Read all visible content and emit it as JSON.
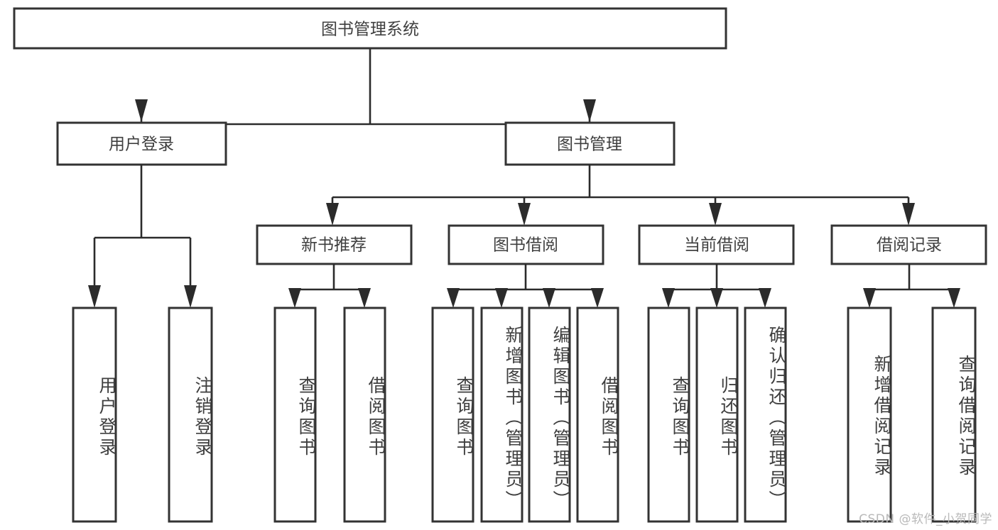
{
  "diagram": {
    "title": "图书管理系统",
    "type": "hierarchy-tree",
    "orientation": "top-down",
    "colors": {
      "box_border": "#333333",
      "box_fill": "#ffffff",
      "connector": "#2b2b2b",
      "text": "#3f3f3f",
      "background": "#ffffff",
      "watermark": "#b9b9b9"
    },
    "levels": {
      "root": {
        "label": "图书管理系统",
        "orientation": "horizontal"
      },
      "level2": [
        {
          "id": "user-login",
          "label": "用户登录",
          "orientation": "horizontal"
        },
        {
          "id": "book-management",
          "label": "图书管理",
          "orientation": "horizontal"
        }
      ],
      "level3": [
        {
          "id": "new-book-recommend",
          "label": "新书推荐",
          "orientation": "horizontal",
          "parent": "book-management"
        },
        {
          "id": "book-borrow",
          "label": "图书借阅",
          "orientation": "horizontal",
          "parent": "book-management"
        },
        {
          "id": "current-borrow",
          "label": "当前借阅",
          "orientation": "horizontal",
          "parent": "book-management"
        },
        {
          "id": "borrow-record",
          "label": "借阅记录",
          "orientation": "horizontal",
          "parent": "book-management"
        }
      ],
      "leaves": [
        {
          "id": "leaf-user-login",
          "label": "用户登录",
          "orientation": "vertical",
          "parent": "user-login"
        },
        {
          "id": "leaf-logout",
          "label": "注销登录",
          "orientation": "vertical",
          "parent": "user-login"
        },
        {
          "id": "leaf-query-book-1",
          "label": "查询图书",
          "orientation": "vertical",
          "parent": "new-book-recommend"
        },
        {
          "id": "leaf-borrow-book-1",
          "label": "借阅图书",
          "orientation": "vertical",
          "parent": "new-book-recommend"
        },
        {
          "id": "leaf-query-book-2",
          "label": "查询图书",
          "orientation": "vertical",
          "parent": "book-borrow"
        },
        {
          "id": "leaf-add-book",
          "label": "新增图书（管理员）",
          "orientation": "vertical",
          "parent": "book-borrow"
        },
        {
          "id": "leaf-edit-book",
          "label": "编辑图书（管理员）",
          "orientation": "vertical",
          "parent": "book-borrow"
        },
        {
          "id": "leaf-borrow-book-2",
          "label": "借阅图书",
          "orientation": "vertical",
          "parent": "book-borrow"
        },
        {
          "id": "leaf-query-book-3",
          "label": "查询图书",
          "orientation": "vertical",
          "parent": "current-borrow"
        },
        {
          "id": "leaf-return-book",
          "label": "归还图书",
          "orientation": "vertical",
          "parent": "current-borrow"
        },
        {
          "id": "leaf-confirm-return",
          "label": "确认归还（管理员）",
          "orientation": "vertical",
          "parent": "current-borrow"
        },
        {
          "id": "leaf-add-record",
          "label": "新增借阅记录",
          "orientation": "vertical",
          "parent": "borrow-record"
        },
        {
          "id": "leaf-query-record",
          "label": "查询借阅记录",
          "orientation": "vertical",
          "parent": "borrow-record"
        }
      ]
    },
    "watermark": "CSDN @软件_小贺同学"
  }
}
